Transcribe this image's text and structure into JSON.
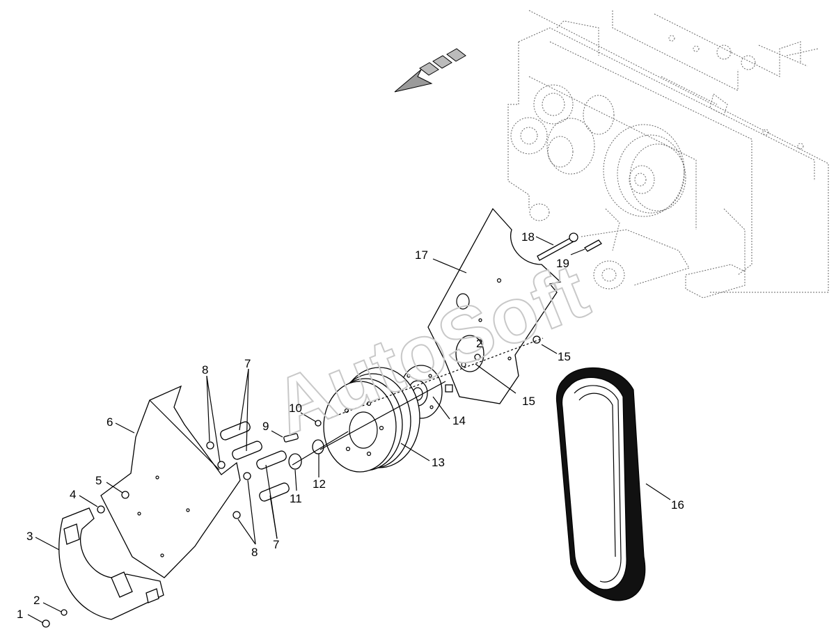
{
  "watermark": "AutoSoft",
  "callouts": [
    {
      "id": "c1",
      "label": "1"
    },
    {
      "id": "c2a",
      "label": "2"
    },
    {
      "id": "c2b",
      "label": "2"
    },
    {
      "id": "c3",
      "label": "3"
    },
    {
      "id": "c4",
      "label": "4"
    },
    {
      "id": "c5",
      "label": "5"
    },
    {
      "id": "c6",
      "label": "6"
    },
    {
      "id": "c7a",
      "label": "7"
    },
    {
      "id": "c7b",
      "label": "7"
    },
    {
      "id": "c8a",
      "label": "8"
    },
    {
      "id": "c8b",
      "label": "8"
    },
    {
      "id": "c9",
      "label": "9"
    },
    {
      "id": "c10",
      "label": "10"
    },
    {
      "id": "c11",
      "label": "11"
    },
    {
      "id": "c12",
      "label": "12"
    },
    {
      "id": "c13",
      "label": "13"
    },
    {
      "id": "c14",
      "label": "14"
    },
    {
      "id": "c15a",
      "label": "15"
    },
    {
      "id": "c15b",
      "label": "15"
    },
    {
      "id": "c16",
      "label": "16"
    },
    {
      "id": "c17",
      "label": "17"
    },
    {
      "id": "c18",
      "label": "18"
    },
    {
      "id": "c19",
      "label": "19"
    }
  ],
  "direction_arrow": {
    "icon": "direction-arrow-icon"
  }
}
